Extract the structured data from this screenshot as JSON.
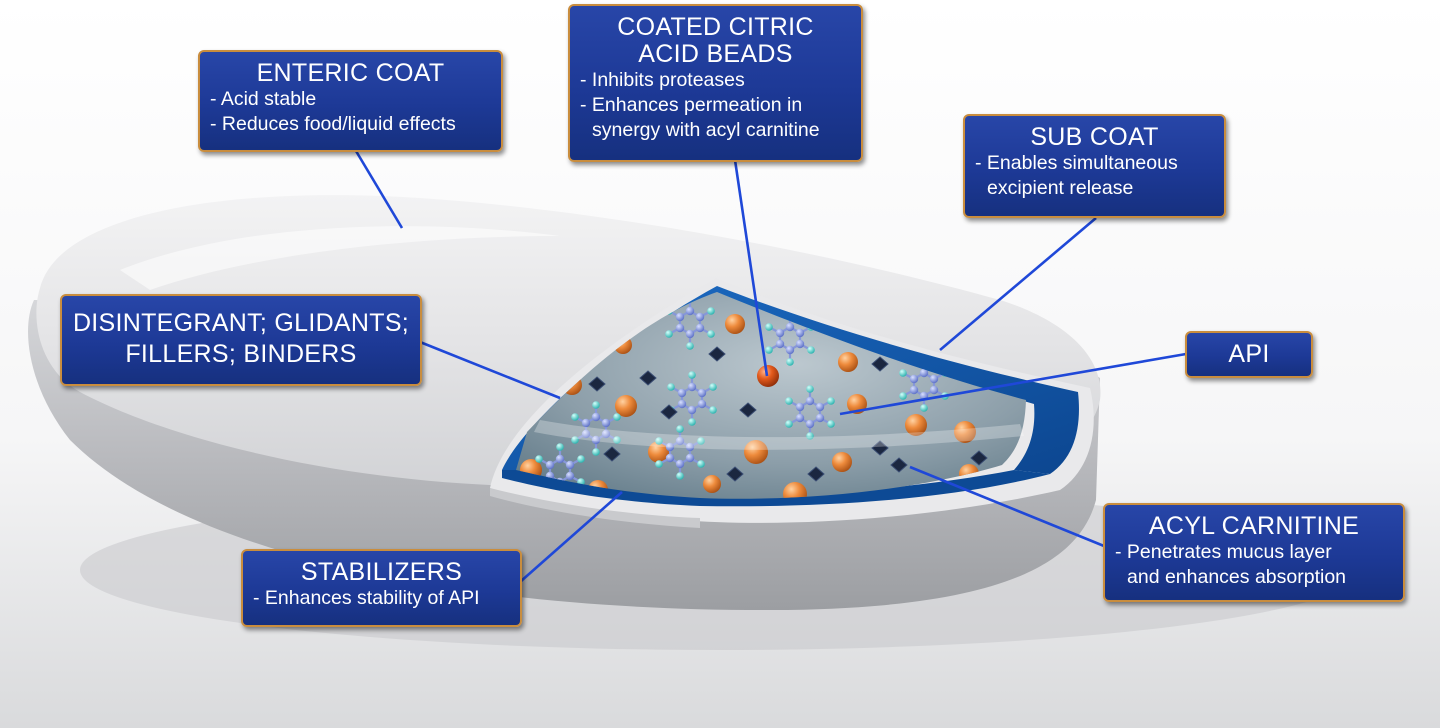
{
  "colors": {
    "callout_fill": "#1d3996",
    "callout_border": "#c98d3e",
    "leader_line": "#1f48d8",
    "tablet_shell": "#e6e6e8",
    "sub_coat": "#1560b0",
    "core_matrix": "#8fa3b0",
    "bead": "#e0782a",
    "api_molecule": "#7b8fd4",
    "api_atom_end": "#52d6cf",
    "acyl_carnitine": "#1d2a44"
  },
  "callouts": {
    "enteric_coat": {
      "title": "ENTERIC COAT",
      "lines": [
        "- Acid stable",
        "- Reduces food/liquid effects"
      ]
    },
    "citric_acid_beads": {
      "title_lines": [
        "COATED CITRIC",
        "ACID BEADS"
      ],
      "lines": [
        "- Inhibits proteases",
        "- Enhances permeation in",
        "synergy with acyl carnitine"
      ]
    },
    "sub_coat": {
      "title": "SUB COAT",
      "lines": [
        "- Enables simultaneous",
        "excipient release"
      ]
    },
    "excipients": {
      "title_lines": [
        "DISINTEGRANT; GLIDANTS;",
        "FILLERS; BINDERS"
      ]
    },
    "api": {
      "title": "API"
    },
    "acyl_carnitine": {
      "title": "ACYL CARNITINE",
      "lines": [
        "- Penetrates mucus layer",
        "and enhances absorption"
      ]
    },
    "stabilizers": {
      "title": "STABILIZERS",
      "lines": [
        "- Enhances stability of API"
      ]
    }
  },
  "icons": {
    "tablet": "tablet-cutaway-icon",
    "bead": "orange-bead-icon",
    "molecule": "api-molecule-icon",
    "crystal": "acyl-carnitine-crystal-icon"
  }
}
